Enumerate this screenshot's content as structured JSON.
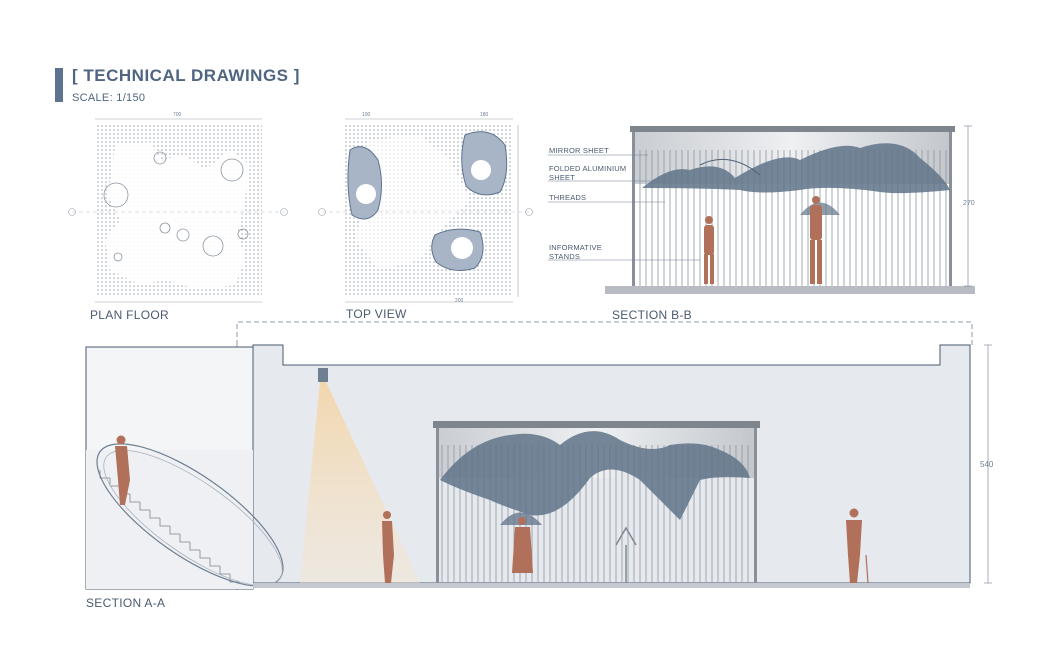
{
  "header": {
    "title": "[ TECHNICAL DRAWINGS ]",
    "scale": "SCALE: 1/150"
  },
  "views": {
    "plan_floor": "PLAN FLOOR",
    "top_view": "TOP VIEW",
    "section_bb": "SECTION B-B",
    "section_aa": "SECTION A-A"
  },
  "section_bb_labels": {
    "mirror_sheet": "MIRROR SHEET",
    "folded_aluminium_1": "FOLDED ALUMINIUM",
    "folded_aluminium_2": "SHEET",
    "threads": "THREADS",
    "informative_1": "INFORMATIVE",
    "informative_2": "STANDS"
  },
  "dimensions": {
    "section_bb_height": "270",
    "section_aa_height": "540",
    "plan_width": "700",
    "top_view_a": "100",
    "top_view_b": "180",
    "top_view_c": "200"
  },
  "colors": {
    "accent": "#5e7390",
    "frame": "#8a9099",
    "figure": "#b0705a",
    "light_cone": "#f3d9b0",
    "wave": "#5f7388",
    "wall": "#e6e9ee"
  }
}
